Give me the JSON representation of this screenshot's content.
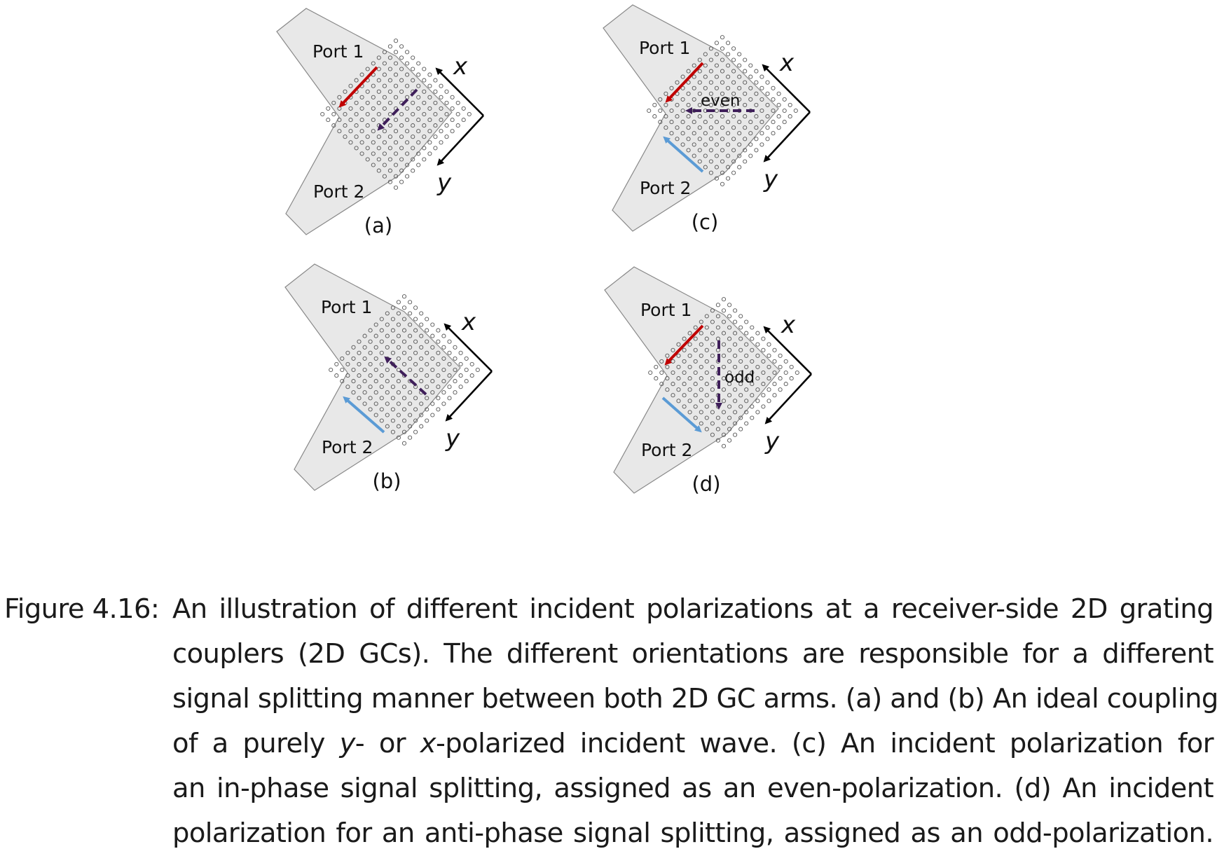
{
  "panels": [
    {
      "id": "a",
      "label": "(a)",
      "port1": "Port 1",
      "port2": "Port 2",
      "axis_x": "x",
      "axis_y": "y",
      "arrows": [
        "red",
        "purple-dashed"
      ],
      "mode_label": ""
    },
    {
      "id": "b",
      "label": "(b)",
      "port1": "Port 1",
      "port2": "Port 2",
      "axis_x": "x",
      "axis_y": "y",
      "arrows": [
        "blue",
        "purple-dashed"
      ],
      "mode_label": ""
    },
    {
      "id": "c",
      "label": "(c)",
      "port1": "Port 1",
      "port2": "Port 2",
      "axis_x": "x",
      "axis_y": "y",
      "arrows": [
        "red",
        "blue",
        "purple-dashed"
      ],
      "mode_label": "even"
    },
    {
      "id": "d",
      "label": "(d)",
      "port1": "Port 1",
      "port2": "Port 2",
      "axis_x": "x",
      "axis_y": "y",
      "arrows": [
        "red",
        "blue",
        "purple-dashed"
      ],
      "mode_label": "odd"
    }
  ],
  "colors": {
    "coupler_fill": "#e8e8e8",
    "coupler_edge": "#888888",
    "red_arrow": "#c00000",
    "blue_arrow": "#5b9bd5",
    "purple_arrow": "#3f1f5a"
  },
  "caption": {
    "label": "Figure 4.16:",
    "lines": [
      "An illustration of different incident polarizations at a receiver-side 2D grating",
      "couplers (2D GCs). The different orientations are responsible for a different",
      "signal splitting manner between both 2D GC arms. (a) and (b) An ideal coupling",
      [
        "of a purely ",
        "y",
        "- or ",
        "x",
        "-polarized incident wave. (c) An incident polarization for"
      ],
      "an in-phase signal splitting, assigned as an even-polarization. (d) An incident",
      "polarization for an anti-phase signal splitting, assigned as an odd-polarization."
    ]
  }
}
